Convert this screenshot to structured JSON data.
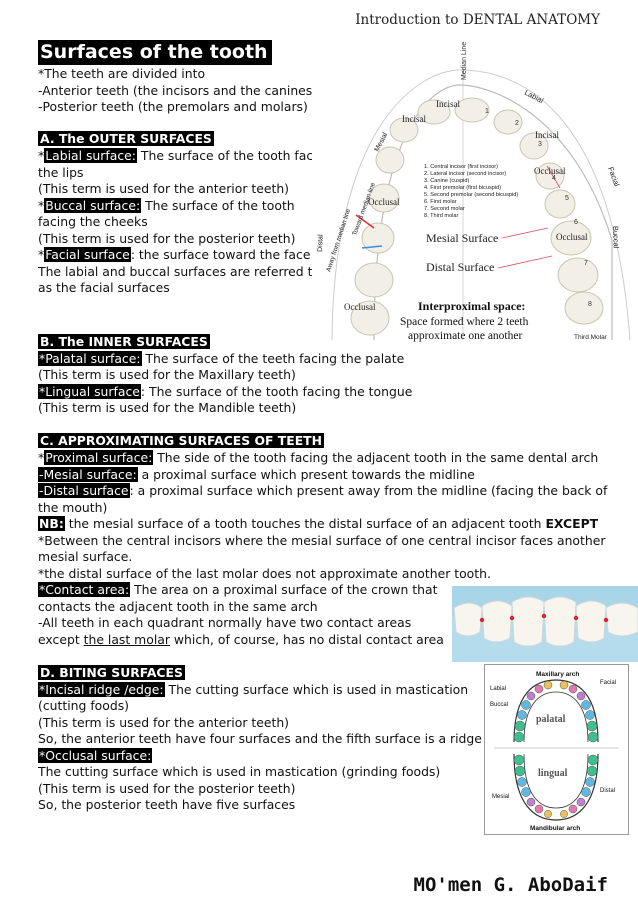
{
  "header": "Introduction to DENTAL ANATOMY",
  "title": "Surfaces of the tooth",
  "intro": [
    "*The teeth are divided into",
    "-Anterior teeth (the incisors and the canines)",
    "-Posterior teeth (the premolars and molars)"
  ],
  "sec_a": {
    "heading": "A. The OUTER SURFACES",
    "labial_term": "Labial surface:",
    "labial_def": " The surface of the tooth facin",
    "labial_cont": "the lips",
    "labial_note": "(This term is used for the anterior teeth)",
    "buccal_term": "Buccal surface:",
    "buccal_def": " The surface of the tooth",
    "buccal_cont": "facing the cheeks",
    "buccal_note": "(This term is used for the posterior teeth)",
    "facial_term": "Facial surface",
    "facial_def": ": the surface toward the face",
    "summary1": "The labial and buccal surfaces are referred to",
    "summary2": "as the facial surfaces"
  },
  "sec_b": {
    "heading": "B. The INNER SURFACES",
    "palatal_term": "Palatal surface:",
    "palatal_def": " The surface of the teeth facing the palate",
    "palatal_note": "(This term is used for the Maxillary teeth)",
    "lingual_term": "Lingual surface",
    "lingual_def": ": The surface of the tooth facing the tongue",
    "lingual_note": "(This term is used for the Mandible teeth)"
  },
  "sec_c": {
    "heading": "C. APPROXIMATING SURFACES OF TEETH",
    "proximal_term": "Proximal surface:",
    "proximal_def": " The side of the tooth facing the adjacent tooth in the same dental arch",
    "mesial_term": "-Mesial surface:",
    "mesial_def": " a proximal surface which present towards the midline",
    "distal_term": "-Distal surface",
    "distal_def": ": a proximal surface which present away from the midline (facing the back of",
    "distal_cont": "the mouth)",
    "nb_label": "NB:",
    "nb_text": "  the mesial surface of a tooth touches the distal surface of an adjacent tooth ",
    "nb_except": "EXCEPT",
    "ex1a": "*Between the central incisors where the mesial surface of one central incisor faces another",
    "ex1b": "mesial surface.",
    "ex2": "*the distal surface of the last molar does not approximate another tooth.",
    "contact_term": "Contact area:",
    "contact_def": " The area on a proximal surface of the crown that",
    "contact_cont": "contacts the adjacent tooth in the same arch",
    "contact_note": "-All teeth in each quadrant normally have two contact areas",
    "except_pre": "except ",
    "except_ul": "the last molar",
    "except_post": " which, of course, has no distal contact area"
  },
  "sec_d": {
    "heading": "D. BITING SURFACES",
    "incisal_term": "Incisal ridge /edge:",
    "incisal_def": " The cutting surface which is used in mastication",
    "incisal_cont": "(cutting foods)",
    "incisal_note": "(This term is used for the anterior teeth)",
    "incisal_sum": "So, the anterior teeth have four surfaces and the fifth surface is a ridge",
    "occlusal_term": "Occlusal surface:",
    "occlusal_def": "The cutting surface which is used in mastication (grinding foods)",
    "occlusal_note": "(This term is used for the posterior teeth)",
    "occlusal_sum": "So, the posterior teeth have five surfaces"
  },
  "arch_figure": {
    "median_line": "Median Line",
    "labial": "Labial",
    "facial": "Facial",
    "buccal": "Buccal",
    "mesial": "Mesial",
    "distal": "Distal",
    "toward_median": "Toward median line",
    "away_median": "Away from median line",
    "incisal": "Incisal",
    "occlusal": "Occlusal",
    "numbers": [
      "1",
      "2",
      "3",
      "4",
      "5",
      "6",
      "7",
      "8"
    ],
    "legend": [
      "1. Central incisor (first incisor)",
      "2. Lateral incisor (second incisor)",
      "3. Canine (cuspid)",
      "4. First premolar (first bicuspid)",
      "5. Second premolar (second bicuspid)",
      "6. First molar",
      "7. Second molar",
      "8. Third molar"
    ],
    "mesial_surface": "Mesial Surface",
    "distal_surface": "Distal Surface",
    "interproximal_title": "Interproximal space:",
    "interproximal_1": "Space formed where 2 teeth",
    "interproximal_2": "approximate one another",
    "third_molar": "Third Molar"
  },
  "arches_figure": {
    "maxillary_arch": "Maxillary arch",
    "mandibular_arch": "Mandibular arch",
    "labial": "Labial",
    "facial": "Facial",
    "buccal": "Buccal",
    "palatal": "palatal",
    "lingual": "lingual",
    "mesial": "Mesial",
    "distal": "Distal"
  },
  "footer": "MO'men G. AboDaif",
  "colors": {
    "highlight_bg": "#000000",
    "contact_bg": "#b5dcec",
    "contact_dot": "#e0202c",
    "arch_curve": "#bbbbbb",
    "pointer": "#e05060"
  }
}
